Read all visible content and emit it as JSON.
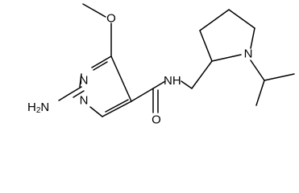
{
  "structure": {
    "atom_labels": {
      "methoxy_o": "O",
      "ring_n_top": "N",
      "ring_n_bottom": "N",
      "amino": "H",
      "amino_sub": "2",
      "amino_n": "N",
      "amide_n": "N",
      "amide_h": "H",
      "carbonyl_o": "O",
      "pyrrolidine_n": "N"
    }
  }
}
